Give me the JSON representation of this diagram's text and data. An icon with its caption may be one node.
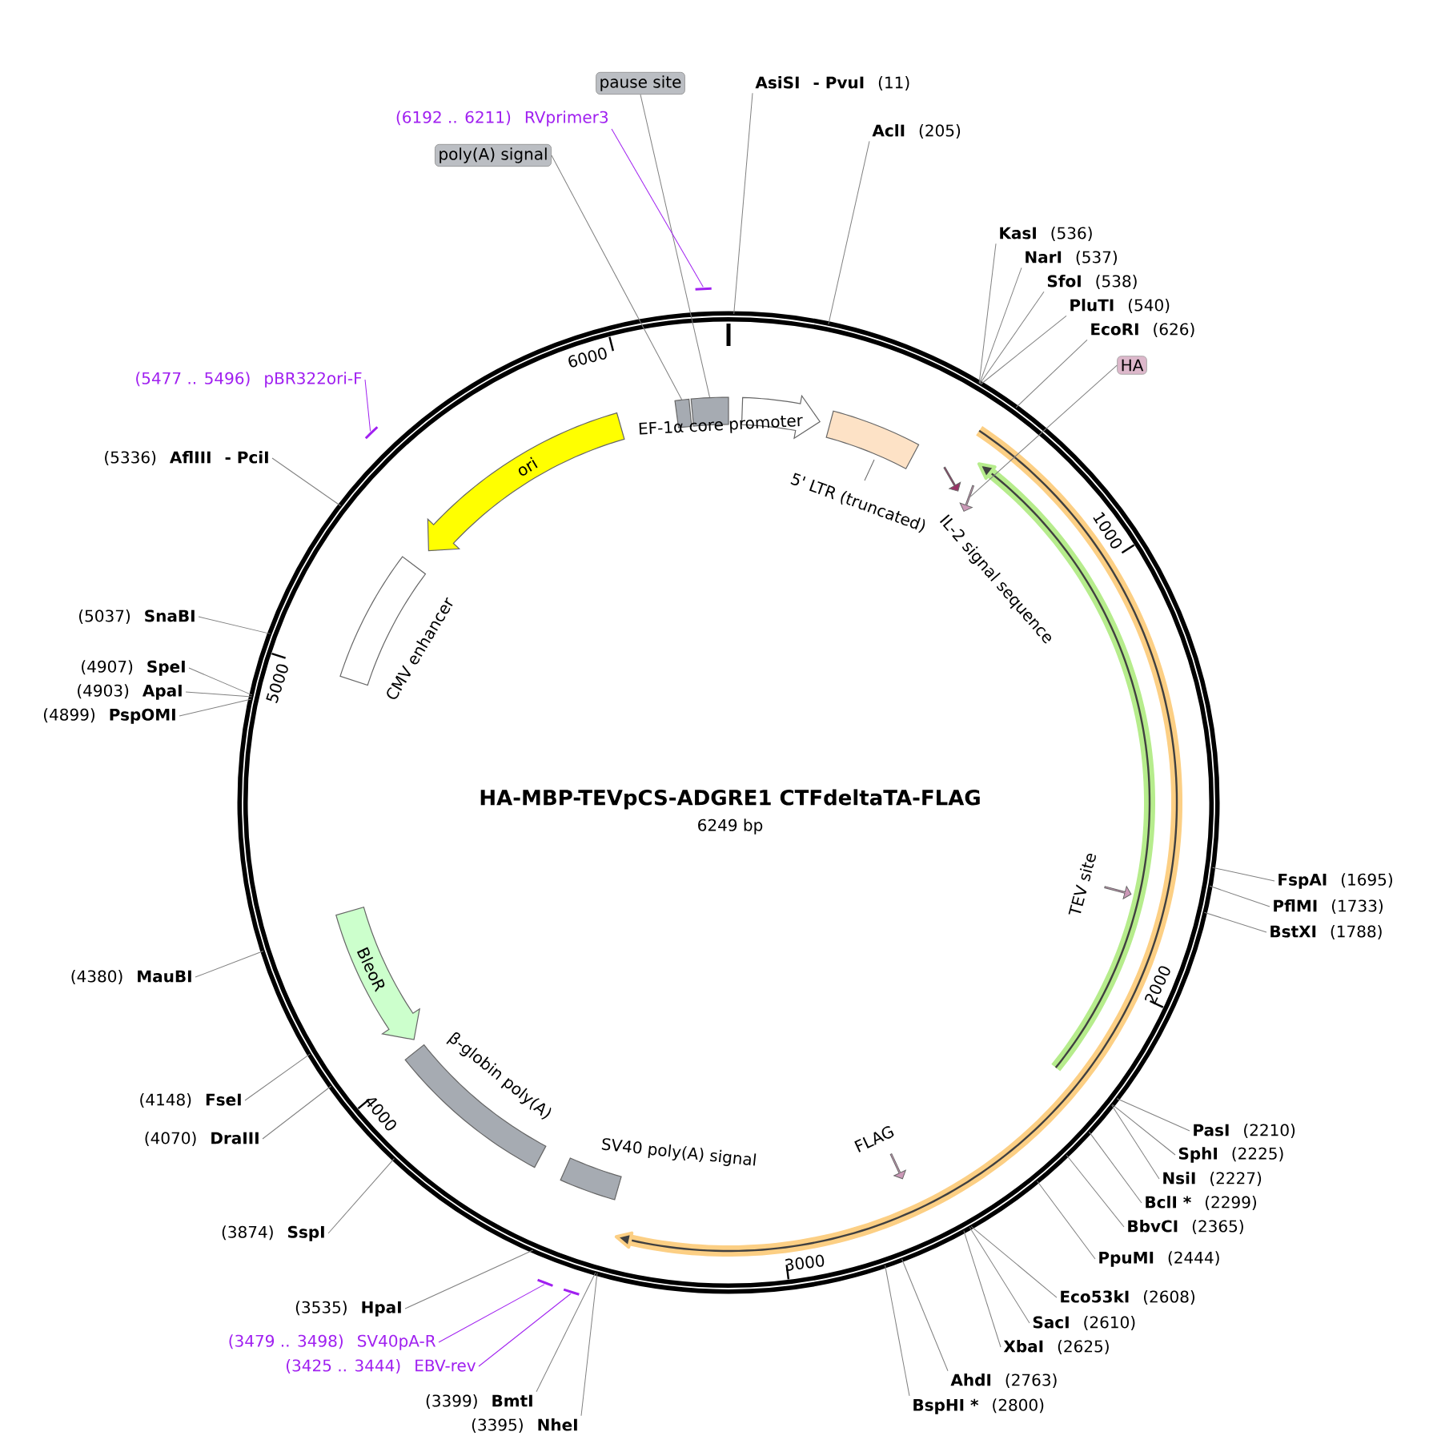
{
  "diagram": {
    "title": "HA-MBP-TEVpCS-ADGRE1 CTFdeltaTA-FLAG",
    "nodes": [
      {
        "text": [
          "pause site"
        ]
      },
      {
        "text": [
          "AsiSI",
          "- PvuI",
          "(11)"
        ]
      },
      {
        "text": [
          "(6192 .. 6211)",
          "RVprimer3"
        ]
      },
      {
        "text": [
          "AclI",
          "(205)"
        ]
      },
      {
        "text": [
          "poly(A) signal"
        ]
      },
      {
        "text": [
          "KasI",
          "(536)"
        ]
      },
      {
        "text": [
          "NarI",
          "(537)"
        ]
      },
      {
        "text": [
          "SfoI",
          "(538)"
        ]
      },
      {
        "text": [
          "PluTI",
          "(540)"
        ]
      },
      {
        "text": [
          "EcoRI",
          "(626)"
        ]
      },
      {
        "text": [
          "HA"
        ]
      },
      {
        "text": [
          "(5477 .. 5496)",
          "pBR322ori-F"
        ]
      },
      {
        "text": [
          "(5336)",
          "AflIII",
          "- PciI"
        ]
      },
      {
        "text": [
          "(5037)",
          "SnaBI"
        ]
      },
      {
        "text": [
          "(4907)",
          "SpeI"
        ]
      },
      {
        "text": [
          "(4903)",
          "ApaI"
        ]
      },
      {
        "text": [
          "(4899)",
          "PspOMI"
        ]
      },
      {
        "text": [
          "FspAI",
          "(1695)"
        ]
      },
      {
        "text": [
          "PflMI",
          "(1733)"
        ]
      },
      {
        "text": [
          "BstXI",
          "(1788)"
        ]
      },
      {
        "text": [
          "(4380)",
          "MauBI"
        ]
      },
      {
        "text": [
          "(4148)",
          "FseI"
        ]
      },
      {
        "text": [
          "(4070)",
          "DraIII"
        ]
      },
      {
        "text": [
          "PasI",
          "(2210)"
        ]
      },
      {
        "text": [
          "SphI",
          "(2225)"
        ]
      },
      {
        "text": [
          "NsiI",
          "(2227)"
        ]
      },
      {
        "text": [
          "BclI *",
          "(2299)"
        ]
      },
      {
        "text": [
          "BbvCI",
          "(2365)"
        ]
      },
      {
        "text": [
          "PpuMI",
          "(2444)"
        ]
      },
      {
        "text": [
          "(3874)",
          "SspI"
        ]
      },
      {
        "text": [
          "Eco53kI",
          "(2608)"
        ]
      },
      {
        "text": [
          "SacI",
          "(2610)"
        ]
      },
      {
        "text": [
          "XbaI",
          "(2625)"
        ]
      },
      {
        "text": [
          "(3535)",
          "HpaI"
        ]
      },
      {
        "text": [
          "(3479 .. 3498)",
          "SV40pA-R"
        ]
      },
      {
        "text": [
          "(3425 .. 3444)",
          "EBV-rev"
        ]
      },
      {
        "text": [
          "AhdI",
          "(2763)"
        ]
      },
      {
        "text": [
          "BspHI *",
          "(2800)"
        ]
      },
      {
        "text": [
          "(3399)",
          "BmtI"
        ]
      },
      {
        "text": [
          "(3395)",
          "NheI"
        ]
      },
      {
        "text": [],
        "shape": "bar"
      },
      {
        "text": [],
        "shape": "bar"
      },
      {
        "text": [],
        "shape": "bar"
      },
      {
        "text": [],
        "shape": "bar"
      },
      {
        "text": [],
        "shape": "box"
      },
      {
        "text": [],
        "shape": "box"
      },
      {
        "text": [
          "EF-1α core promoter"
        ]
      },
      {
        "text": [
          "5' LTR (truncated)"
        ]
      },
      {
        "text": [
          "IL-2 signal sequence"
        ]
      },
      {
        "text": [],
        "shape": "arrow"
      },
      {
        "text": [
          "ori"
        ]
      },
      {
        "text": [
          "CMV enhancer"
        ]
      },
      {
        "text": [
          "TEV site"
        ]
      },
      {
        "text": [
          "BleoR"
        ]
      },
      {
        "text": [
          "β-globin poly(A)"
        ]
      },
      {
        "text": [
          "SV40 poly(A) signal"
        ]
      },
      {
        "text": [
          "FLAG"
        ]
      }
    ],
    "edges": [
      {
        "from": 0,
        "to": 45,
        "arrow": "none"
      },
      {
        "from": 1,
        "to": null,
        "arrow": "none"
      },
      {
        "from": 2,
        "to": 40,
        "arrow": "none",
        "color": "#a020f0"
      },
      {
        "from": 3,
        "to": null,
        "arrow": "none"
      },
      {
        "from": 4,
        "to": 44,
        "arrow": "none"
      },
      {
        "from": 5,
        "to": null,
        "arrow": "none"
      },
      {
        "from": 6,
        "to": null,
        "arrow": "none"
      },
      {
        "from": 7,
        "to": null,
        "arrow": "none"
      },
      {
        "from": 8,
        "to": null,
        "arrow": "none"
      },
      {
        "from": 9,
        "to": null,
        "arrow": "none"
      },
      {
        "from": 10,
        "to": 49,
        "arrow": "none"
      },
      {
        "from": 11,
        "to": 41,
        "arrow": "none",
        "color": "#a020f0"
      },
      {
        "from": 12,
        "to": null,
        "arrow": "none"
      },
      {
        "from": 13,
        "to": null,
        "arrow": "none"
      },
      {
        "from": 14,
        "to": null,
        "arrow": "none"
      },
      {
        "from": 15,
        "to": null,
        "arrow": "none"
      },
      {
        "from": 16,
        "to": null,
        "arrow": "none"
      },
      {
        "from": 17,
        "to": null,
        "arrow": "none"
      },
      {
        "from": 18,
        "to": null,
        "arrow": "none"
      },
      {
        "from": 19,
        "to": null,
        "arrow": "none"
      },
      {
        "from": 20,
        "to": null,
        "arrow": "none"
      },
      {
        "from": 21,
        "to": null,
        "arrow": "none"
      },
      {
        "from": 22,
        "to": null,
        "arrow": "none"
      },
      {
        "from": 23,
        "to": null,
        "arrow": "none"
      },
      {
        "from": 24,
        "to": null,
        "arrow": "none"
      },
      {
        "from": 25,
        "to": null,
        "arrow": "none"
      },
      {
        "from": 26,
        "to": null,
        "arrow": "none"
      },
      {
        "from": 27,
        "to": null,
        "arrow": "none"
      },
      {
        "from": 28,
        "to": null,
        "arrow": "none"
      },
      {
        "from": 29,
        "to": null,
        "arrow": "none"
      },
      {
        "from": 30,
        "to": null,
        "arrow": "none"
      },
      {
        "from": 31,
        "to": null,
        "arrow": "none"
      },
      {
        "from": 32,
        "to": null,
        "arrow": "none"
      },
      {
        "from": 33,
        "to": null,
        "arrow": "none"
      },
      {
        "from": 34,
        "to": 42,
        "arrow": "none",
        "color": "#a020f0"
      },
      {
        "from": 35,
        "to": 43,
        "arrow": "none",
        "color": "#a020f0"
      },
      {
        "from": 36,
        "to": null,
        "arrow": "none"
      },
      {
        "from": 37,
        "to": null,
        "arrow": "none"
      },
      {
        "from": 38,
        "to": null,
        "arrow": "none"
      },
      {
        "from": 39,
        "to": null,
        "arrow": "none"
      }
    ],
    "labels": [
      "6249 bp",
      "1000",
      "2000",
      "3000",
      "4000",
      "5000",
      "6000"
    ]
  }
}
